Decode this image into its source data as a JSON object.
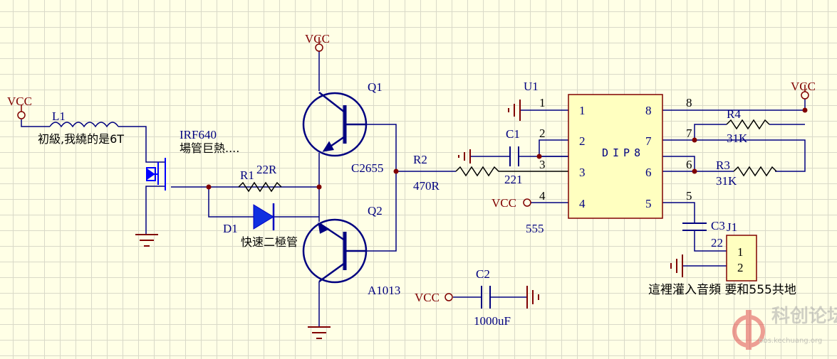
{
  "schematic": {
    "power_labels": {
      "left": "VCC",
      "top": "VCC",
      "right": "VCC",
      "c2": "VCC",
      "pin4": "VCC"
    },
    "components": {
      "l1": {
        "ref": "L1",
        "note": "初級,我繞的是6T"
      },
      "mosfet": {
        "part": "IRF640",
        "note": "場管巨熱...."
      },
      "r1": {
        "ref": "R1",
        "value": "22R"
      },
      "d1": {
        "ref": "D1",
        "note": "快速二極管"
      },
      "q1": {
        "ref": "Q1",
        "part": "C2655"
      },
      "q2": {
        "ref": "Q2",
        "part": "A1013"
      },
      "r2": {
        "ref": "R2",
        "value": "470R"
      },
      "c1": {
        "ref": "C1",
        "value": "221"
      },
      "c2": {
        "ref": "C2",
        "value": "1000uF"
      },
      "c3": {
        "ref": "C3",
        "value": "22"
      },
      "u1": {
        "ref": "U1",
        "part": "555",
        "package": "DIP8",
        "pins_left": [
          "1",
          "2",
          "3",
          "4"
        ],
        "pins_right": [
          "8",
          "7",
          "6",
          "5"
        ],
        "pin_nums_left": [
          "1",
          "2",
          "3",
          "4"
        ],
        "pin_nums_right": [
          "8",
          "7",
          "6",
          "5"
        ]
      },
      "r4": {
        "ref": "R4",
        "value": "31K"
      },
      "r3": {
        "ref": "R3",
        "value": "31K"
      },
      "j1": {
        "ref": "J1",
        "pins": [
          "1",
          "2"
        ]
      }
    },
    "annotation": "這裡灌入音頻 要和555共地"
  },
  "watermark": {
    "name": "科创论坛",
    "url": "bbs.kechuang.org"
  },
  "colors": {
    "background": "#ffffe6",
    "grid": "#d9d9c8",
    "wire": "#000080",
    "component": "#000080",
    "power": "#800000",
    "junction": "#800000",
    "mosfet": "#0000ff"
  }
}
